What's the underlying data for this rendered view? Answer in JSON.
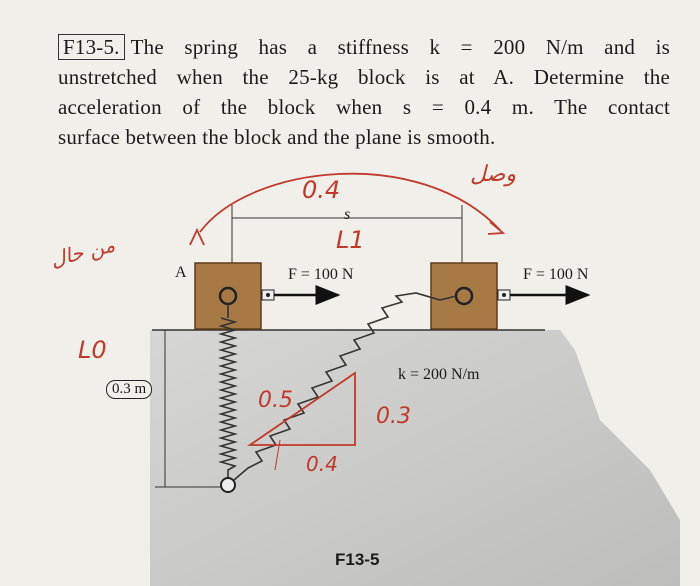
{
  "problem": {
    "number": "F13-5.",
    "lines": [
      "The spring has a stiffness k = 200 N/m and is",
      "unstretched when the 25-kg block is at A. Determine the",
      "acceleration of the block when s = 0.4 m. The contact",
      "surface between the block and the plane is smooth."
    ]
  },
  "figure": {
    "label_s": "s",
    "label_A": "A",
    "force_left": "F = 100 N",
    "force_right": "F = 100 N",
    "spring_label": "k = 200 N/m",
    "height_label": "0.3 m",
    "caption": "F13-5"
  },
  "handwriting": {
    "top_value": "0.4",
    "L1": "L1",
    "L0": "L0",
    "hyp": "0.5",
    "vert": "0.3",
    "base": "0.4",
    "arabic_right": "وصل",
    "arabic_left": "من حال"
  },
  "colors": {
    "block": "#a77a45",
    "ground": "#cfcfcd",
    "ink_red": "#c0392b"
  }
}
